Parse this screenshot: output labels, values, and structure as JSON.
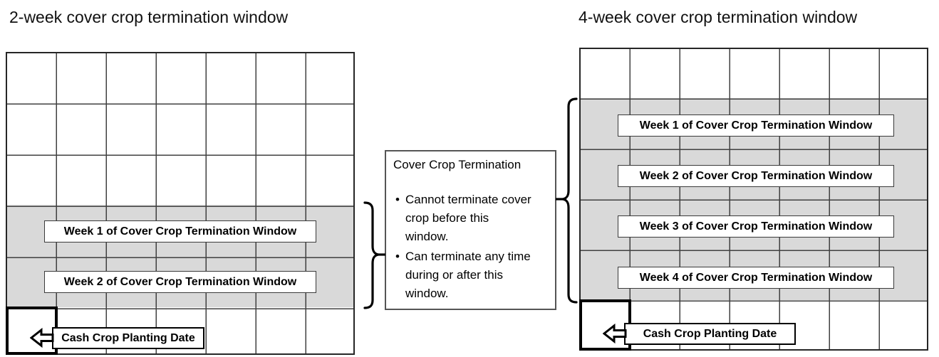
{
  "left_panel": {
    "title": "2-week cover crop termination window",
    "week_labels": [
      "Week 1 of Cover Crop Termination Window",
      "Week 2 of Cover Crop Termination Window"
    ],
    "planting_label": "Cash Crop Planting Date",
    "grid": {
      "columns": 7,
      "rows": 6,
      "shaded_rows": [
        4,
        5
      ]
    }
  },
  "right_panel": {
    "title": "4-week cover crop termination window",
    "week_labels": [
      "Week 1 of Cover Crop Termination Window",
      "Week 2 of Cover Crop Termination Window",
      "Week 3 of Cover Crop Termination Window",
      "Week 4 of Cover Crop Termination Window"
    ],
    "planting_label": "Cash Crop Planting Date",
    "grid": {
      "columns": 7,
      "rows": 6,
      "shaded_rows": [
        2,
        3,
        4,
        5
      ]
    }
  },
  "center_note": {
    "heading": "Cover Crop Termination",
    "bullets": [
      "Cannot terminate cover\ncrop before this\nwindow.",
      "Can terminate any time\nduring or after this\nwindow."
    ]
  },
  "colors": {
    "shaded_week_fill": "#d9d9d9",
    "grid_line": "#404040",
    "border_dark": "#262626",
    "text": "#000000"
  }
}
